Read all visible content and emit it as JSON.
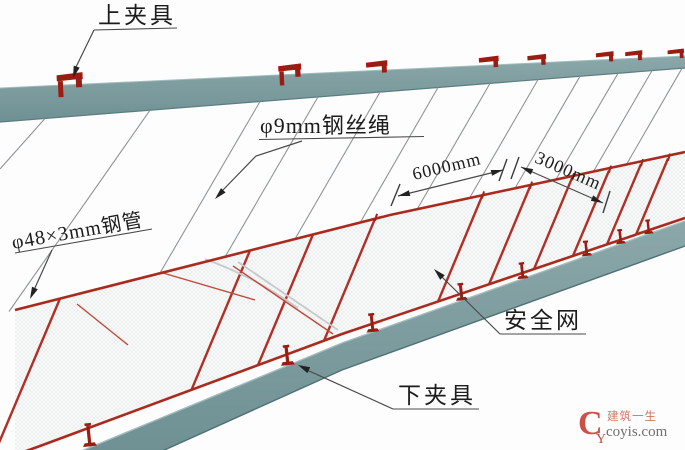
{
  "diagram": {
    "labels": {
      "top_clamp": "上夹具",
      "wire_rope": "φ9mm钢丝绳",
      "steel_pipe": "φ48×3mm钢管",
      "safety_net": "安全网",
      "bottom_clamp": "下夹具"
    },
    "dimensions": {
      "span_long": "6000mm",
      "span_short": "3000mm"
    },
    "watermark": {
      "logo_main": "C",
      "logo_sub": "Y",
      "brand": "建筑一生",
      "site": "coyis.com"
    },
    "colors": {
      "beam_teal": "#7d9da0",
      "pipe_red": "#ab2a1e",
      "clamp_red": "#9c1b12",
      "annotation": "#1c1c1c",
      "watermark_red": "#c8473c"
    }
  }
}
